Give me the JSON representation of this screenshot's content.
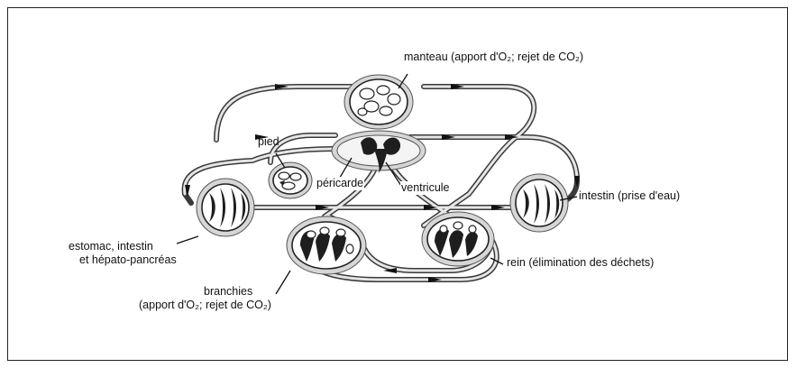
{
  "diagram": {
    "labels": {
      "manteau": "manteau (apport d'O₂; rejet de CO₂)",
      "pied": "pied",
      "pericarde": "péricarde",
      "ventricule": "ventricule",
      "intestin": "intestin (prise d'eau)",
      "estomac_line1": "estomac, intestin",
      "estomac_line2": "et hépato-pancréas",
      "branchies_line1": "branchies",
      "branchies_line2": "(apport d'O₂; rejet de CO₂)",
      "rein": "rein (élimination des déchets)"
    }
  }
}
